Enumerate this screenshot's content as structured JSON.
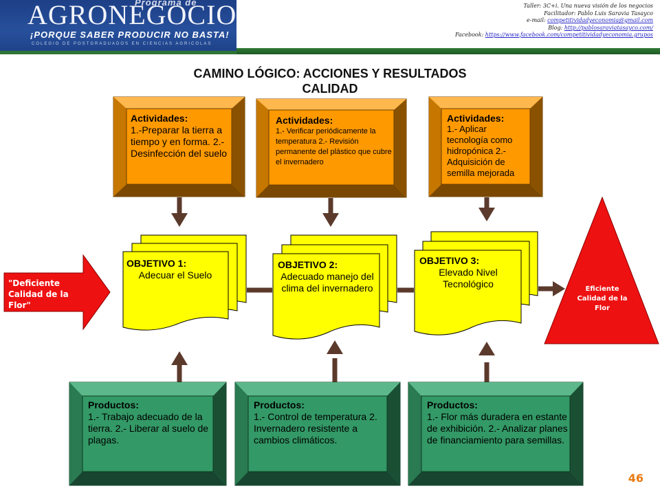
{
  "header": {
    "logo_program": "Programa de",
    "logo_name": "AGRONEGOCIOS",
    "logo_slogan": "¡PORQUE SABER PRODUCIR NO BASTA!",
    "logo_college": "COLEGIO DE POSTGRADUADOS EN CIENCIAS AGRICOLAS",
    "info_line1": "Taller: 3C+i. Una nueva visión de los negocios",
    "info_line2": "Facilitador: Pablo Luis Saravia Tasayco",
    "email_label": "e-mail: ",
    "email": "competitividadyeconomia@gmail.com",
    "blog_label": "Blog: ",
    "blog": "http://pablosaraviatasayco.com/",
    "facebook_label": "Facebook: ",
    "facebook": "https://www.facebook.com/competitividadyeconomia.grupos"
  },
  "title_line1": "CAMINO LÓGICO: ACCIONES Y RESULTADOS",
  "title_line2": "CALIDAD",
  "start": {
    "label": "\"Deficiente Calidad de la Flor\"",
    "color": "#ee1111"
  },
  "end": {
    "label": "Eficiente Calidad de la Flor",
    "color": "#ee1111"
  },
  "columns": [
    {
      "activities_heading": "Actividades:",
      "activities_text": "1.-Preparar la tierra a tiempo y en forma. 2.- Desinfección del suelo",
      "objective_heading": "OBJETIVO 1:",
      "objective_text": "Adecuar el Suelo",
      "products_heading": "Productos:",
      "products_text": "1.- Trabajo adecuado de la tierra. 2.- Liberar al suelo de plagas."
    },
    {
      "activities_heading": "Actividades:",
      "activities_text": "1.- Verificar periódicamente la temperatura 2.- Revisión permanente del plástico que cubre el invernadero",
      "objective_heading": "OBJETIVO 2:",
      "objective_text": "Adecuado manejo del clima del invernadero",
      "products_heading": "Productos:",
      "products_text": "1.- Control de temperatura 2. Invernadero resistente a cambios climáticos."
    },
    {
      "activities_heading": "Actividades:",
      "activities_text": "1.- Aplicar tecnología como hidropónica 2.- Adquisición de semilla mejorada",
      "objective_heading": "OBJETIVO 3:",
      "objective_text": "Elevado Nivel Tecnológico",
      "products_heading": "Productos:",
      "products_text": "1.- Flor más duradera en estante de exhibición. 2.- Analizar planes de financiamiento para semillas."
    }
  ],
  "colors": {
    "activity_fill": "#ff9900",
    "activity_dark": "#b86b00",
    "product_fill": "#339966",
    "product_dark": "#1e5e3e",
    "objective_fill": "#ffff00",
    "connector": "#5b3a2c"
  },
  "page_number": "46"
}
